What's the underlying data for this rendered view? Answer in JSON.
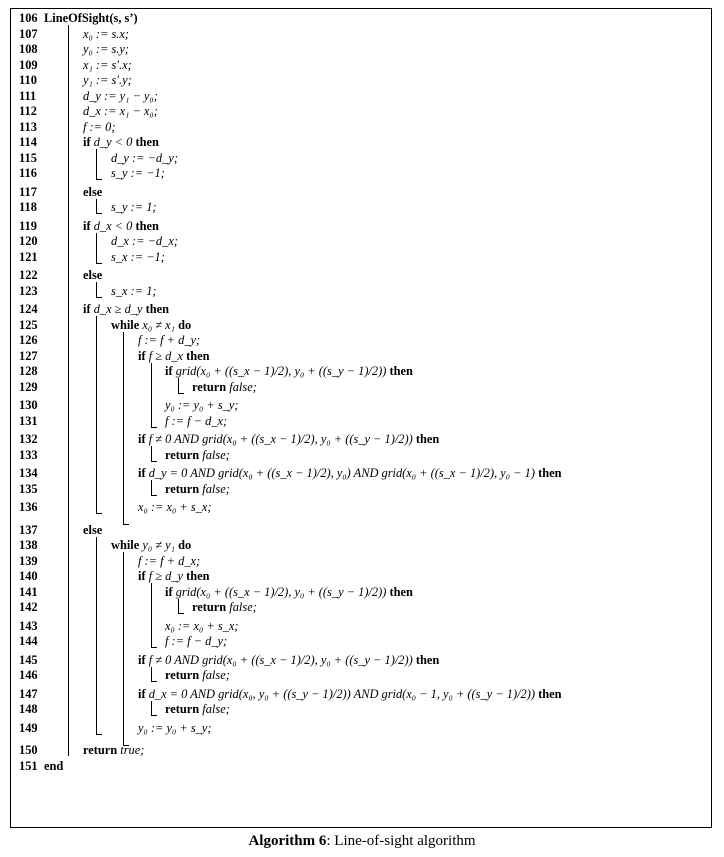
{
  "algorithm": {
    "header_line": "106",
    "signature": "LineOfSight(s, s’)",
    "lines": [
      {
        "n": "107",
        "d": 1,
        "t": "x₀ := s.x;"
      },
      {
        "n": "108",
        "d": 1,
        "t": "y₀ := s.y;"
      },
      {
        "n": "109",
        "d": 1,
        "t": "x₁ := s′.x;"
      },
      {
        "n": "110",
        "d": 1,
        "t": "y₁ := s′.y;"
      },
      {
        "n": "111",
        "d": 1,
        "t": "d_y := y₁ − y₀;"
      },
      {
        "n": "112",
        "d": 1,
        "t": "d_x := x₁ − x₀;"
      },
      {
        "n": "113",
        "d": 1,
        "t": "f := 0;"
      },
      {
        "n": "114",
        "d": 1,
        "k": "if",
        "t": "d_y < 0",
        "k2": "then"
      },
      {
        "n": "115",
        "d": 2,
        "t": "d_y := −d_y;"
      },
      {
        "n": "116",
        "d": 2,
        "t": "s_y := −1;"
      },
      {
        "n": "117",
        "d": 1,
        "k": "else",
        "gap": true
      },
      {
        "n": "118",
        "d": 2,
        "t": "s_y := 1;"
      },
      {
        "n": "119",
        "d": 1,
        "k": "if",
        "t": "d_x < 0",
        "k2": "then",
        "gap": true
      },
      {
        "n": "120",
        "d": 2,
        "t": "d_x := −d_x;"
      },
      {
        "n": "121",
        "d": 2,
        "t": "s_x := −1;"
      },
      {
        "n": "122",
        "d": 1,
        "k": "else",
        "gap": true
      },
      {
        "n": "123",
        "d": 2,
        "t": "s_x := 1;"
      },
      {
        "n": "124",
        "d": 1,
        "k": "if",
        "t": "d_x ≥ d_y",
        "k2": "then",
        "gap": true
      },
      {
        "n": "125",
        "d": 2,
        "k": "while",
        "t": "x₀ ≠ x₁",
        "k2": "do"
      },
      {
        "n": "126",
        "d": 3,
        "t": "f := f + d_y;"
      },
      {
        "n": "127",
        "d": 3,
        "k": "if",
        "t": "f ≥ d_x",
        "k2": "then"
      },
      {
        "n": "128",
        "d": 4,
        "k": "if",
        "t": "grid(x₀ + ((s_x − 1)/2), y₀ + ((s_y − 1)/2))",
        "k2": "then"
      },
      {
        "n": "129",
        "d": 5,
        "k": "return",
        "r": "false;"
      },
      {
        "n": "130",
        "d": 4,
        "t": "y₀ := y₀ + s_y;",
        "gap": true
      },
      {
        "n": "131",
        "d": 4,
        "t": "f := f − d_x;"
      },
      {
        "n": "132",
        "d": 3,
        "k": "if",
        "t": "f ≠ 0 AND grid(x₀ + ((s_x − 1)/2), y₀ + ((s_y − 1)/2))",
        "k2": "then",
        "gap": true
      },
      {
        "n": "133",
        "d": 4,
        "k": "return",
        "r": "false;"
      },
      {
        "n": "134",
        "d": 3,
        "k": "if",
        "t": "d_y = 0 AND grid(x₀ + ((s_x − 1)/2), y₀) AND grid(x₀ + ((s_x − 1)/2), y₀ − 1)",
        "k2": "then",
        "gap": true
      },
      {
        "n": "135",
        "d": 4,
        "k": "return",
        "r": "false;"
      },
      {
        "n": "136",
        "d": 3,
        "t": "x₀ := x₀ + s_x;",
        "gap": true
      },
      {
        "n": "137",
        "d": 1,
        "k": "else",
        "gap": true,
        "extra": true
      },
      {
        "n": "138",
        "d": 2,
        "k": "while",
        "t": "y₀ ≠ y₁",
        "k2": "do"
      },
      {
        "n": "139",
        "d": 3,
        "t": "f := f + d_x;"
      },
      {
        "n": "140",
        "d": 3,
        "k": "if",
        "t": "f ≥ d_y",
        "k2": "then"
      },
      {
        "n": "141",
        "d": 4,
        "k": "if",
        "t": "grid(x₀ + ((s_x − 1)/2), y₀ + ((s_y − 1)/2))",
        "k2": "then"
      },
      {
        "n": "142",
        "d": 5,
        "k": "return",
        "r": "false;"
      },
      {
        "n": "143",
        "d": 4,
        "t": "x₀ := x₀ + s_x;",
        "gap": true
      },
      {
        "n": "144",
        "d": 4,
        "t": "f := f − d_y;"
      },
      {
        "n": "145",
        "d": 3,
        "k": "if",
        "t": "f ≠ 0 AND grid(x₀ + ((s_x − 1)/2), y₀ + ((s_y − 1)/2))",
        "k2": "then",
        "gap": true
      },
      {
        "n": "146",
        "d": 4,
        "k": "return",
        "r": "false;"
      },
      {
        "n": "147",
        "d": 3,
        "k": "if",
        "t": "d_x = 0 AND grid(x₀, y₀ + ((s_y − 1)/2)) AND grid(x₀ − 1, y₀ + ((s_y − 1)/2))",
        "k2": "then",
        "gap": true
      },
      {
        "n": "148",
        "d": 4,
        "k": "return",
        "r": "false;"
      },
      {
        "n": "149",
        "d": 3,
        "t": "y₀ := y₀ + s_y;",
        "gap": true
      },
      {
        "n": "150",
        "d": 1,
        "k": "return",
        "r": "true;",
        "gap": true,
        "extra": true
      },
      {
        "n": "151",
        "d": 0,
        "k": "end"
      }
    ]
  },
  "caption": {
    "label": "Algorithm 6",
    "text": ": Line-of-sight algorithm"
  }
}
